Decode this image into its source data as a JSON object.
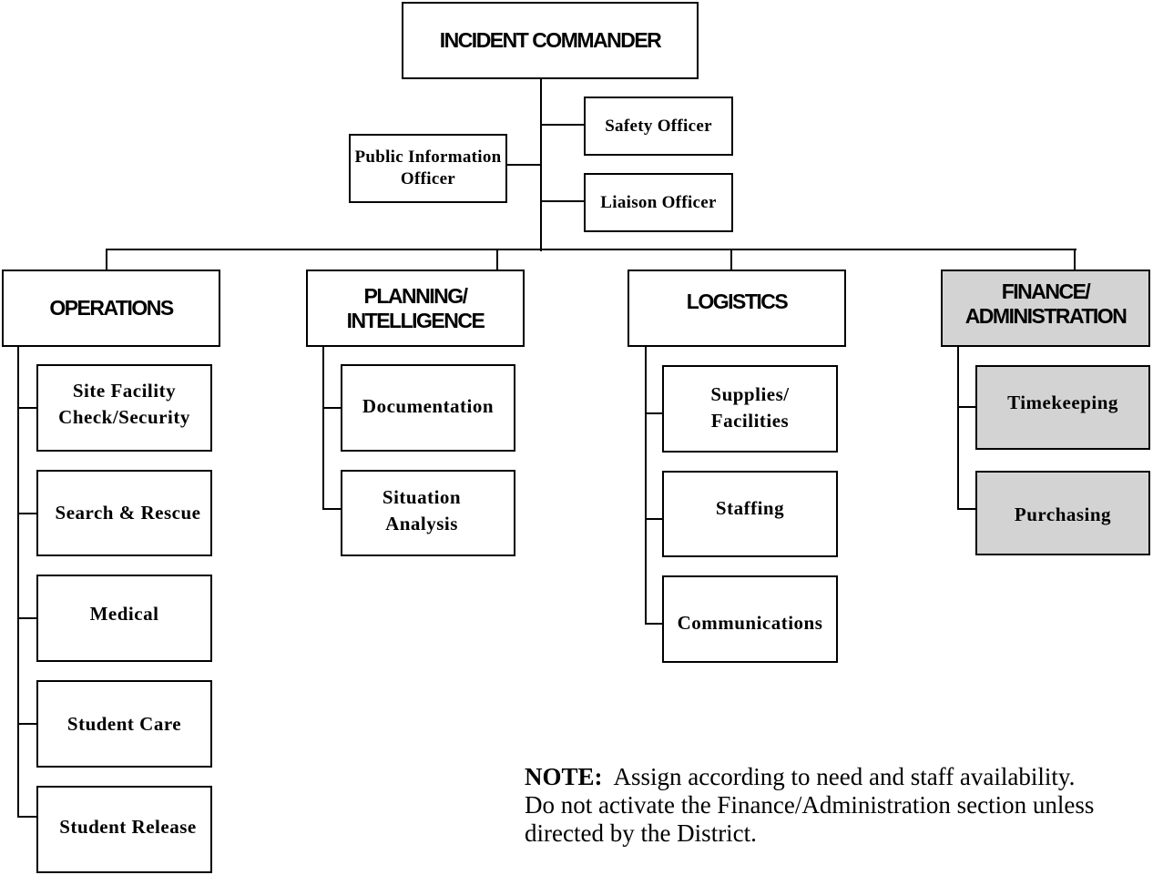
{
  "chart": {
    "commander": "INCIDENT COMMANDER",
    "command_staff": {
      "safety": "Safety Officer",
      "public_info": "Public Information\nOfficer",
      "liaison": "Liaison Officer"
    },
    "sections": {
      "operations": {
        "title": "OPERATIONS",
        "units": [
          "Site Facility\nCheck/Security",
          "Search & Rescue",
          "Medical",
          "Student Care",
          "Student Release"
        ]
      },
      "planning": {
        "title": "PLANNING/\nINTELLIGENCE",
        "units": [
          "Documentation",
          "Situation\nAnalysis"
        ]
      },
      "logistics": {
        "title": "LOGISTICS",
        "units": [
          "Supplies/\nFacilities",
          "Staffing",
          "Communications"
        ]
      },
      "finance": {
        "title": "FINANCE/\nADMINISTRATION",
        "units": [
          "Timekeeping",
          "Purchasing"
        ]
      }
    },
    "colors": {
      "finance_fill": "#d3d3d3",
      "line": "#000000"
    }
  },
  "note": {
    "label": "NOTE:",
    "text": "Assign according to need and staff availability.",
    "text2": "Do not activate the Finance/Administration section unless",
    "text3": "directed by the District."
  }
}
